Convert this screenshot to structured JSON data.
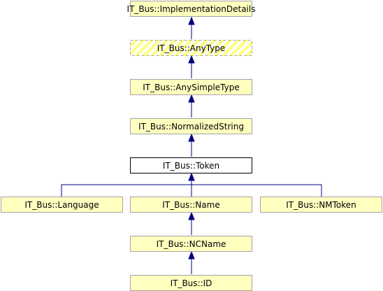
{
  "colors": {
    "node_fill": "#ffffc0",
    "node_border": "#a3a3a3",
    "highlight_fill": "#ffffff",
    "highlight_border": "#000000",
    "edge": "#000080",
    "hatch": "#ffff80"
  },
  "nodes": {
    "implementation_details": "IT_Bus::ImplementationDetails",
    "any_type": "IT_Bus::AnyType",
    "any_simple_type": "IT_Bus::AnySimpleType",
    "normalized_string": "IT_Bus::NormalizedString",
    "token": "IT_Bus::Token",
    "language": "IT_Bus::Language",
    "name": "IT_Bus::Name",
    "nmtoken": "IT_Bus::NMToken",
    "ncname": "IT_Bus::NCName",
    "id": "IT_Bus::ID"
  }
}
